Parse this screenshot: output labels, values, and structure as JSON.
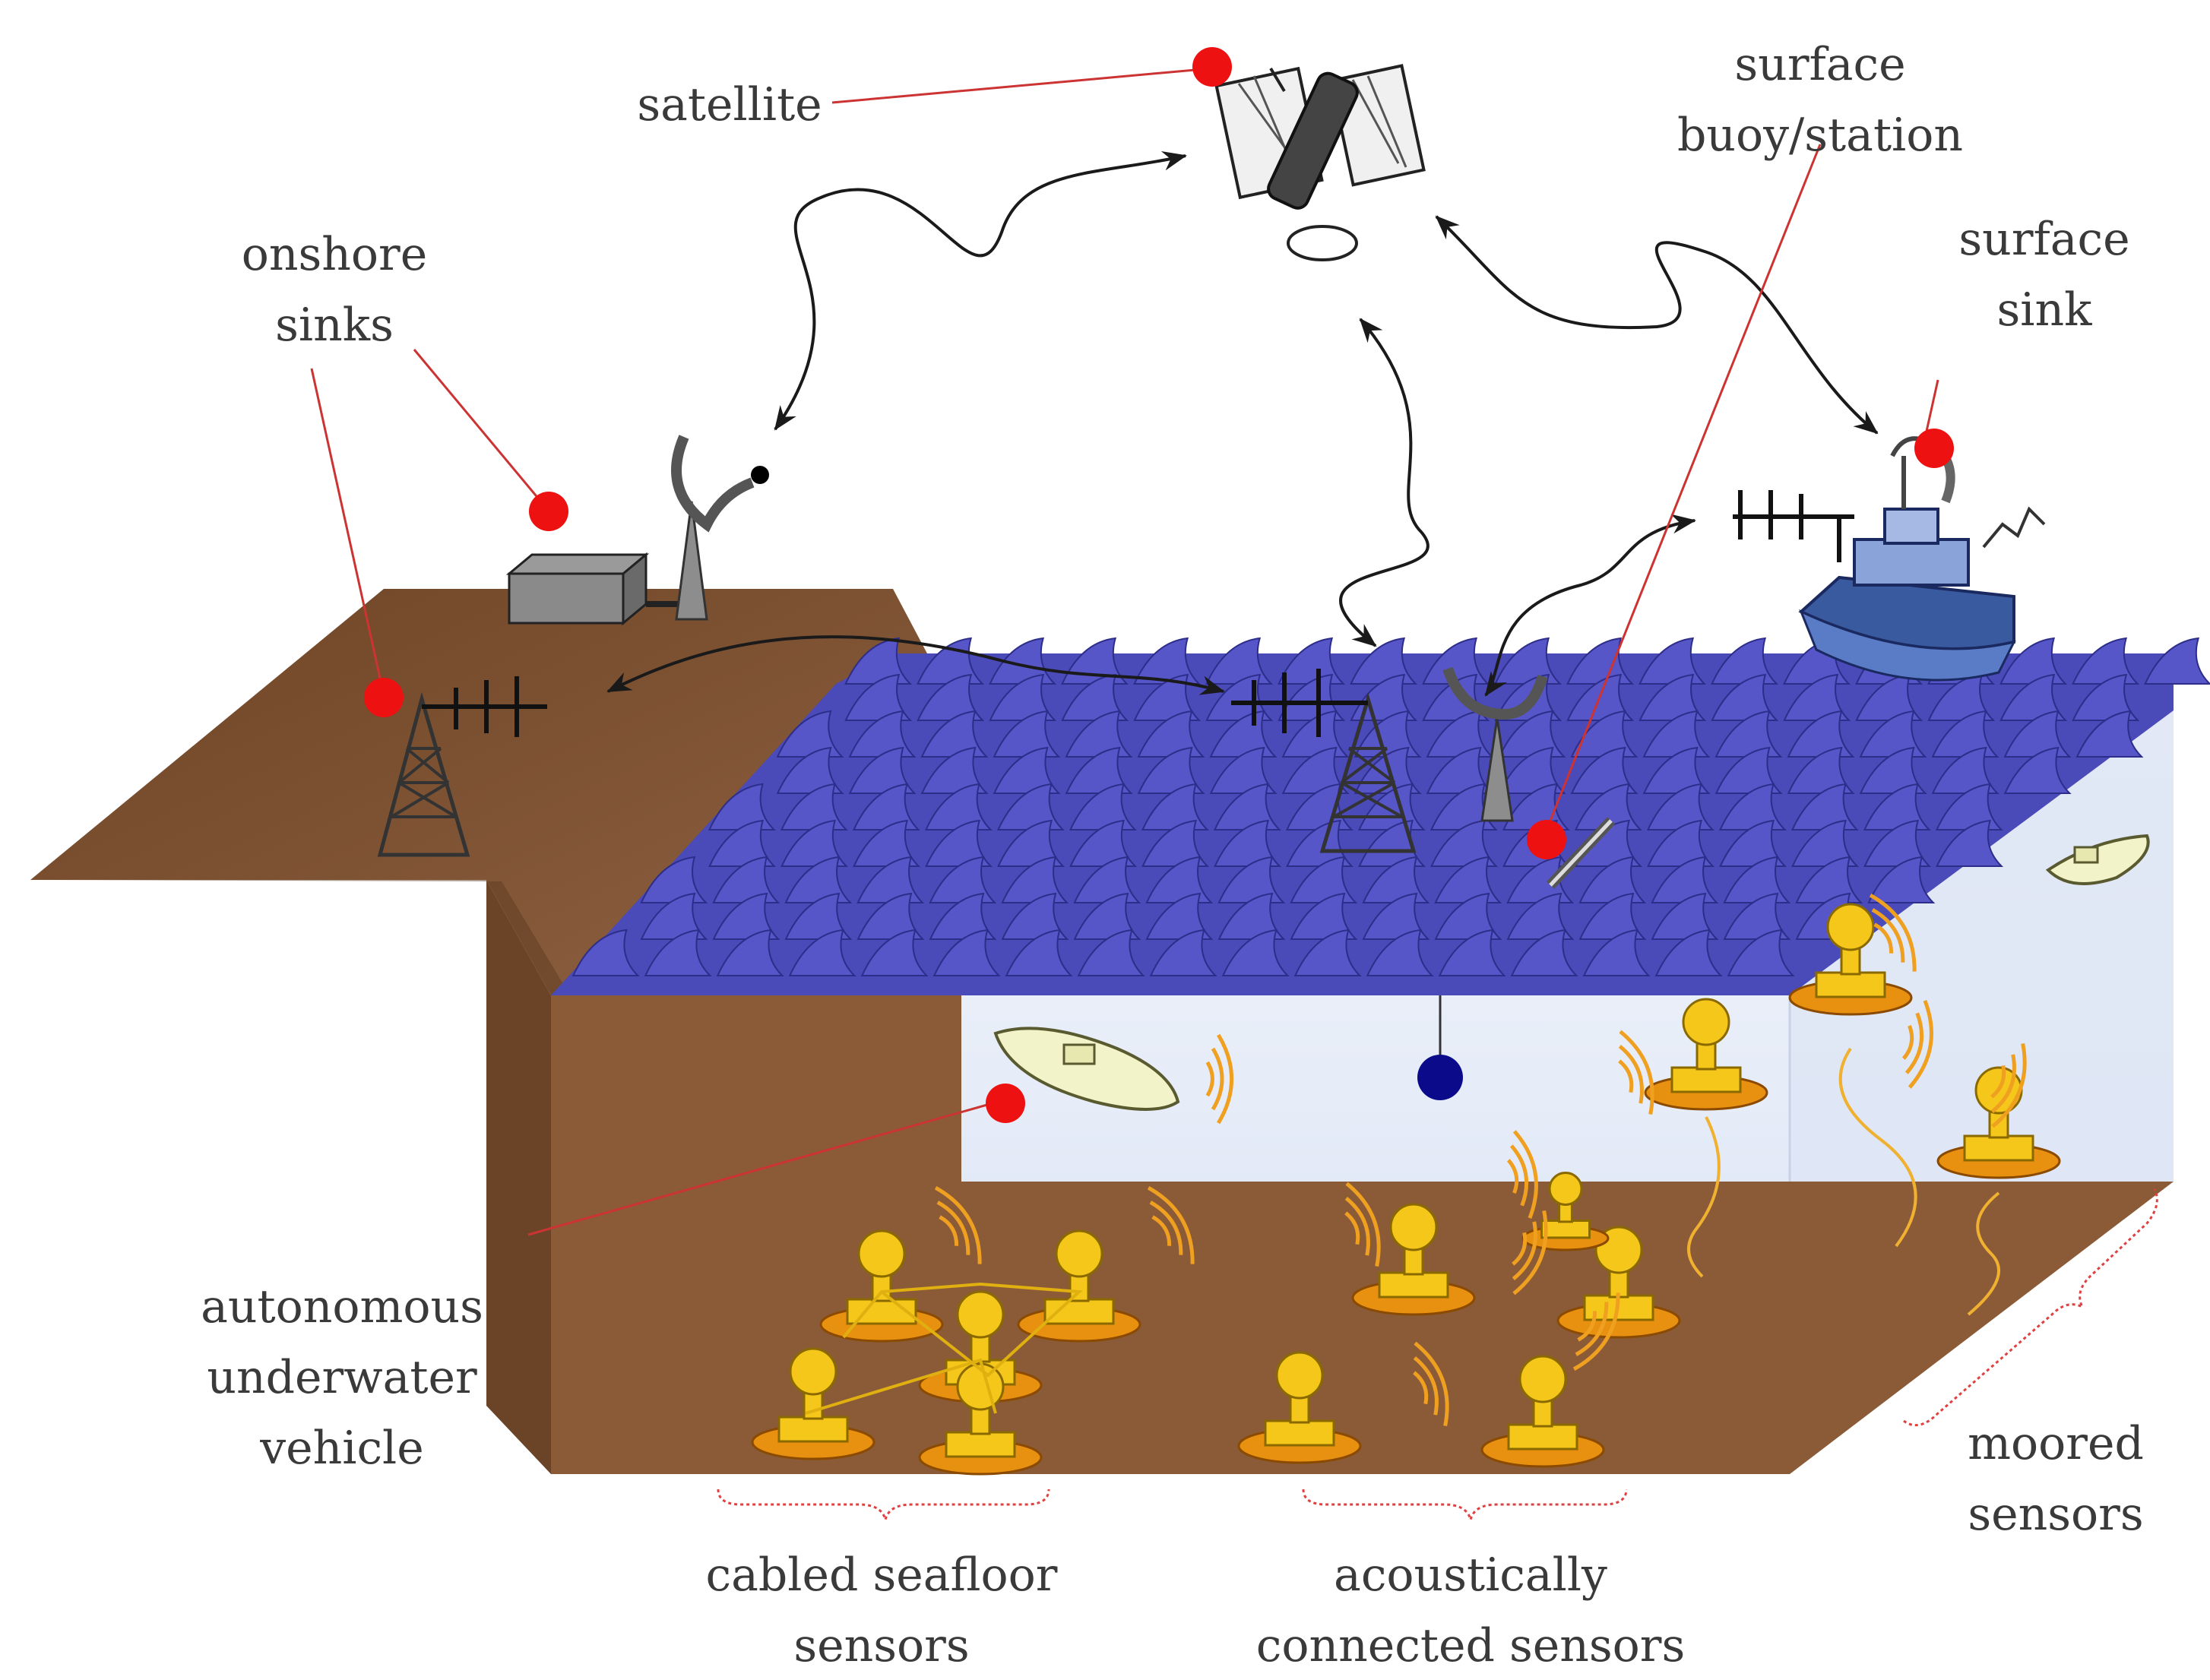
{
  "labels": {
    "satellite": "satellite",
    "surface_buoy_line1": "surface",
    "surface_buoy_line2": "buoy/station",
    "onshore_sinks_line1": "onshore",
    "onshore_sinks_line2": "sinks",
    "surface_sink_line1": "surface",
    "surface_sink_line2": "sink",
    "auv_line1": "autonomous",
    "auv_line2": "underwater",
    "auv_line3": "vehicle",
    "cabled_line1": "cabled seafloor",
    "cabled_line2": "sensors",
    "acoustic_line1": "acoustically",
    "acoustic_line2": "connected sensors",
    "moored_line1": "moored",
    "moored_line2": "sensors"
  },
  "colors": {
    "marker": "#ee1111",
    "leader_line": "#cc3333",
    "seabed": "#8a5a36",
    "land_top": "#7a4e2e",
    "water": "#4848b8",
    "water_light": "#eef2fb",
    "sensor": "#f2c21a",
    "sensor_base": "#e8900f",
    "signal": "#f0a020",
    "arrow": "#1a1a1a"
  }
}
